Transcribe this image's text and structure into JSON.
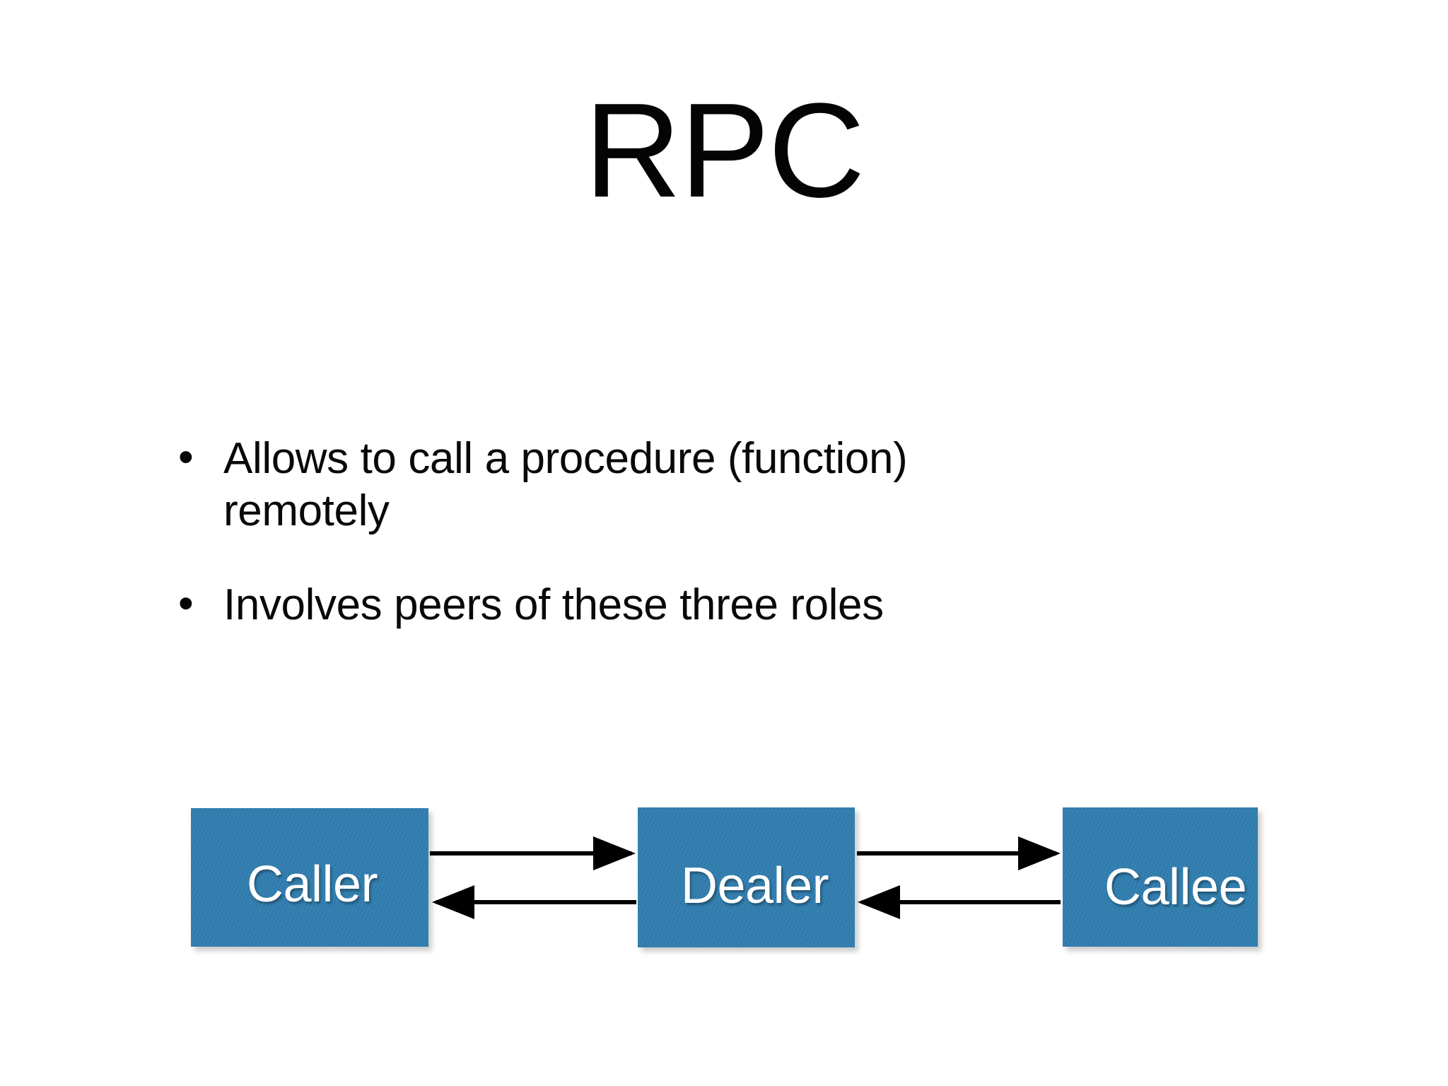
{
  "slide": {
    "background_color": "#ffffff",
    "title": "RPC",
    "title_color": "#040404",
    "bullets": [
      {
        "marker": "•",
        "text": "Allows to call a procedure (function) remotely"
      },
      {
        "marker": "•",
        "text": "Involves peers of these three roles"
      }
    ],
    "diagram": {
      "node_fill_color": "#2e7db0",
      "node_text_color": "#ffffff",
      "arrow_color": "#000000",
      "nodes": [
        {
          "id": "caller",
          "label": "Caller"
        },
        {
          "id": "dealer",
          "label": "Dealer"
        },
        {
          "id": "callee",
          "label": "Callee"
        }
      ],
      "connections": [
        {
          "from": "caller",
          "to": "dealer",
          "direction": "right"
        },
        {
          "from": "dealer",
          "to": "caller",
          "direction": "left"
        },
        {
          "from": "dealer",
          "to": "callee",
          "direction": "right"
        },
        {
          "from": "callee",
          "to": "dealer",
          "direction": "left"
        }
      ]
    }
  }
}
